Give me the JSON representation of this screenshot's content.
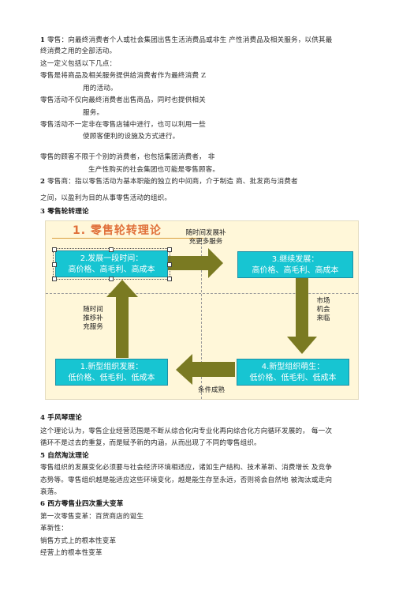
{
  "doc": {
    "p1_num": "1",
    "p1_l1": "零售：向最终消费者个人或社会集团出售生活消费品或非生  产性消费品及相关服务，以供其最",
    "p1_l2": "终消费之用的全部活动。",
    "p1_l3": "这一定义包括以下几点：",
    "p1_l4": "零售是将商品及相关服务提供给消费者作为最终消费  Z",
    "p1_l5": "用的活动。",
    "p1_l6": "零售活动不仅向最终消费者出售商品，同时也提供相关",
    "p1_l7": "服务。",
    "p1_l8": "零售活动不一定非在零售店铺中进行，也可以利用一些",
    "p1_l9": "使顾客便利的设施及方式进行。",
    "p1_l10": "零售的顾客不限于个别的消费者，也包括集团消费者，  非",
    "p1_l11": "生产性购买的社会集团也可能是零售顾客。",
    "p2_num": "2",
    "p2_l1": "零售商：指以零售活动为基本职能的独立的中间商，介于制造                商、批发商与消费者",
    "p2_l2": "之间，以盈利为目的从事零售活动的组织。",
    "h3": "3 零售轮转理论",
    "h4": "4 手风琴理论",
    "p4_l1": "这个理论认为，零售企业经营范围是不断从综合化向专业化再向综合化方向循环发展的，  每一次",
    "p4_l2": "循环不是过去的重复，而是赋予新的内涵，从而出现了不同的零售组织。",
    "h5": "5 自然淘汰理论",
    "p5_l1": "零售组织的发展变化必须要与社会经济环境相适应，诸如生产结构、技术革新、消费增长  及竞争",
    "p5_l2": "态势等。零售组织越是能适应这些环境变化，越是能生存至永远，否则将会自然地  被淘汰或走向",
    "p5_l3": "衰落。",
    "h6": "6 西方零售业四次重大变革",
    "p6_l1": "第一次零售变革：百货商店的诞生",
    "p6_l2": "革新性：",
    "p6_l3": "销售方式上的根本性变革",
    "p6_l4": "经营上的根本性变革"
  },
  "diagram": {
    "title": "1.  零售轮转理论",
    "box2_l1": "2.发展一段时间：",
    "box2_l2": "高价格、高毛利、高成本",
    "box3_l1": "3.继续发展：",
    "box3_l2": "高价格、高毛利、高成本",
    "box1_l1": "1.新型组织发展：",
    "box1_l2": "低价格、低毛利、低成本",
    "box4_l1": "4.新型组织萌生：",
    "box4_l2": "低价格、低毛利、低成本",
    "note_top_l1": "随时间发展补",
    "note_top_l2": "充更多服务",
    "note_right_l1": "市场",
    "note_right_l2": "机会",
    "note_right_l3": "来临",
    "note_bottom": "条件成熟",
    "note_left_l1": "随时间",
    "note_left_l2": "推移补",
    "note_left_l3": "充服务",
    "colors": {
      "box": "#17c5d2",
      "arrow": "#7a7a22",
      "title": "#e0703a",
      "bg": "#fff7d9"
    }
  }
}
